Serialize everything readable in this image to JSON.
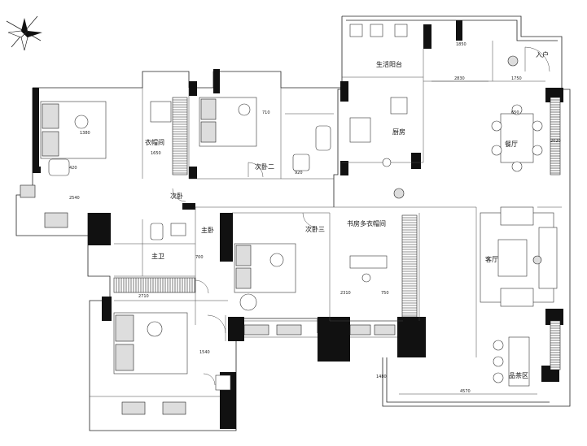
{
  "rooms": {
    "wardrobe_1": "衣帽间",
    "second_bed_2": "次卧二",
    "life_balcony": "生活阳台",
    "kitchen": "厨房",
    "entrance": "入户",
    "dining": "餐厅",
    "second_bed_door": "次卧",
    "master_bed": "主卧",
    "master_bath": "主卫",
    "second_bed_3": "次卧三",
    "study": "书房多衣帽间",
    "living": "客厅",
    "tea_area": "品茶区"
  },
  "dims": {
    "d1": "1850",
    "d2": "2830",
    "d3": "1750",
    "d4": "2020",
    "d5": "4570",
    "d6": "1380",
    "d7": "710",
    "d8": "1650",
    "d9": "920",
    "d10": "2710",
    "d11": "1540",
    "d12": "700",
    "d13": "750",
    "d14": "2310",
    "d15": "1480",
    "d16": "650",
    "d17": "420",
    "d18": "2540"
  }
}
